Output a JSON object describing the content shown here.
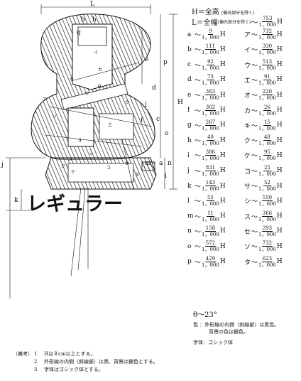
{
  "header": {
    "h_def": "H＝全高",
    "h_def_note": "(偏光部分を除く)",
    "l_def": "L＝全幅",
    "l_def_note": "(偏光部分を除く)",
    "l_ratio": {
      "tilde": "〜",
      "num": "753",
      "den": "1，000",
      "unit": "H"
    }
  },
  "figure": {
    "dimension_labels": {
      "top_L": "L",
      "a": "a",
      "b": "b",
      "c": "c",
      "d": "d",
      "e": "e",
      "f": "f",
      "g": "g",
      "h": "h",
      "i": "i",
      "j": "j",
      "k": "k",
      "l": "l",
      "m": "m",
      "n": "n",
      "o": "o",
      "p": "p",
      "H": "H"
    },
    "inner_labels": [
      "ア",
      "イ",
      "ウ",
      "エ",
      "オ",
      "カ",
      "キ",
      "ク",
      "ケ",
      "コ",
      "サ",
      "シ",
      "ス",
      "セ",
      "ソ",
      "タ"
    ],
    "theta": "θ",
    "logo_text": "レギュラー"
  },
  "ratios": {
    "unit": "H",
    "tilde": "〜",
    "left": [
      {
        "label": "a",
        "num": "9",
        "den": "1，000"
      },
      {
        "label": "b",
        "num": "111",
        "den": "1，000"
      },
      {
        "label": "c",
        "num": "92",
        "den": "1，000"
      },
      {
        "label": "d",
        "num": "73",
        "den": "1，000"
      },
      {
        "label": "e",
        "num": "383",
        "den": "1，000"
      },
      {
        "label": "f",
        "num": "302",
        "den": "1，000"
      },
      {
        "label": "g",
        "num": "267",
        "den": "1，000"
      },
      {
        "label": "h",
        "num": "40",
        "den": "1，000"
      },
      {
        "label": "i",
        "num": "386",
        "den": "1，000"
      },
      {
        "label": "j",
        "num": "831",
        "den": "1，000"
      },
      {
        "label": "k",
        "num": "143",
        "den": "1，000"
      },
      {
        "label": "l",
        "num": "55",
        "den": "1，000"
      },
      {
        "label": "m",
        "num": "11",
        "den": "1，000"
      },
      {
        "label": "n",
        "num": "158",
        "den": "1，000"
      },
      {
        "label": "o",
        "num": "572",
        "den": "1，000"
      },
      {
        "label": "p",
        "num": "429",
        "den": "1，000"
      }
    ],
    "right": [
      {
        "label": "ア",
        "num": "732",
        "den": "1，000"
      },
      {
        "label": "イ",
        "num": "330",
        "den": "1，000"
      },
      {
        "label": "ウ",
        "num": "513",
        "den": "1，000"
      },
      {
        "label": "エ",
        "num": "91",
        "den": "1，000"
      },
      {
        "label": "オ",
        "num": "220",
        "den": "1，000"
      },
      {
        "label": "カ",
        "num": "26",
        "den": "1，000"
      },
      {
        "label": "キ",
        "num": "15",
        "den": "1，000"
      },
      {
        "label": "ク",
        "num": "48",
        "den": "1，000"
      },
      {
        "label": "ケ",
        "num": "95",
        "den": "1，000"
      },
      {
        "label": "コ",
        "num": "25",
        "den": "1，000"
      },
      {
        "label": "サ",
        "num": "52",
        "den": "1，000"
      },
      {
        "label": "シ",
        "num": "550",
        "den": "1，000"
      },
      {
        "label": "ス",
        "num": "366",
        "den": "1，000"
      },
      {
        "label": "セ",
        "num": "293",
        "den": "1，000"
      },
      {
        "label": "ソ",
        "num": "732",
        "den": "1，000"
      },
      {
        "label": "タ",
        "num": "623",
        "den": "1，000"
      }
    ]
  },
  "theta_value": "θ〜23°",
  "color_note": {
    "label": "色",
    "line1": "：外形線の内側（斜線部）は黒色。",
    "line2": "背景の色は銀色。"
  },
  "font_note": "字体：ゴシック体",
  "remarks": {
    "heading": "（備考）",
    "items": [
      {
        "num": "1",
        "text": "Hは８cm以上とする。"
      },
      {
        "num": "2",
        "text": "外形線の内側（斜線部）は黒、背景は銀色とする。"
      },
      {
        "num": "3",
        "text": "字体はゴシック体とする。"
      }
    ]
  },
  "colors": {
    "ink": "#111111",
    "hatch": "#111111",
    "background": "#ffffff"
  }
}
